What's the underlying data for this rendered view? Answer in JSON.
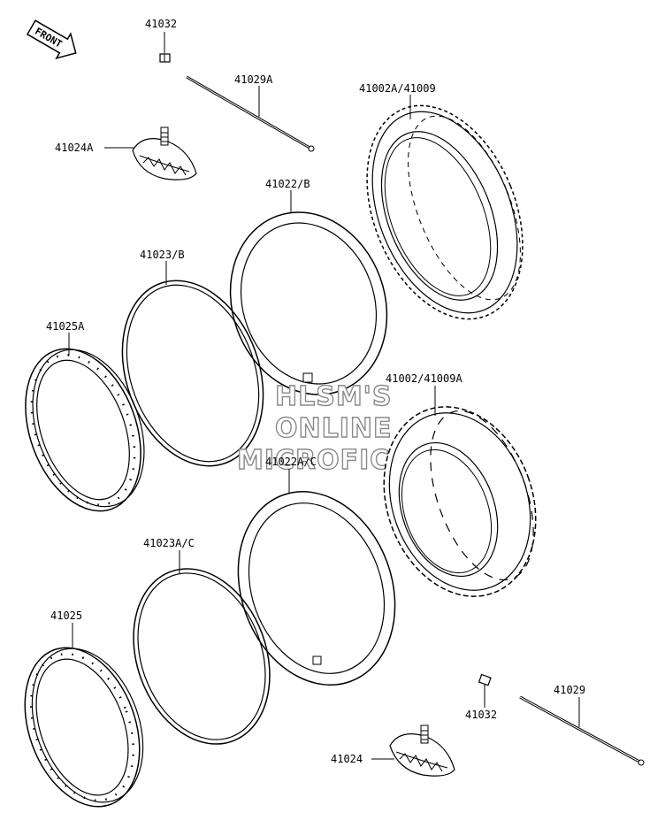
{
  "front_label": "FRONT",
  "watermark": [
    "HLSM'S",
    "ONLINE",
    "MICROFICHE"
  ],
  "parts": {
    "p41032_top": "41032",
    "p41029A": "41029A",
    "p41002A_41009": "41002A/41009",
    "p41024A": "41024A",
    "p41022_B": "41022/B",
    "p41023_B": "41023/B",
    "p41025A": "41025A",
    "p41002_41009A": "41002/41009A",
    "p41022A_C": "41022A/C",
    "p41023A_C": "41023A/C",
    "p41025": "41025",
    "p41029": "41029",
    "p41032_bottom": "41032",
    "p41024": "41024"
  }
}
